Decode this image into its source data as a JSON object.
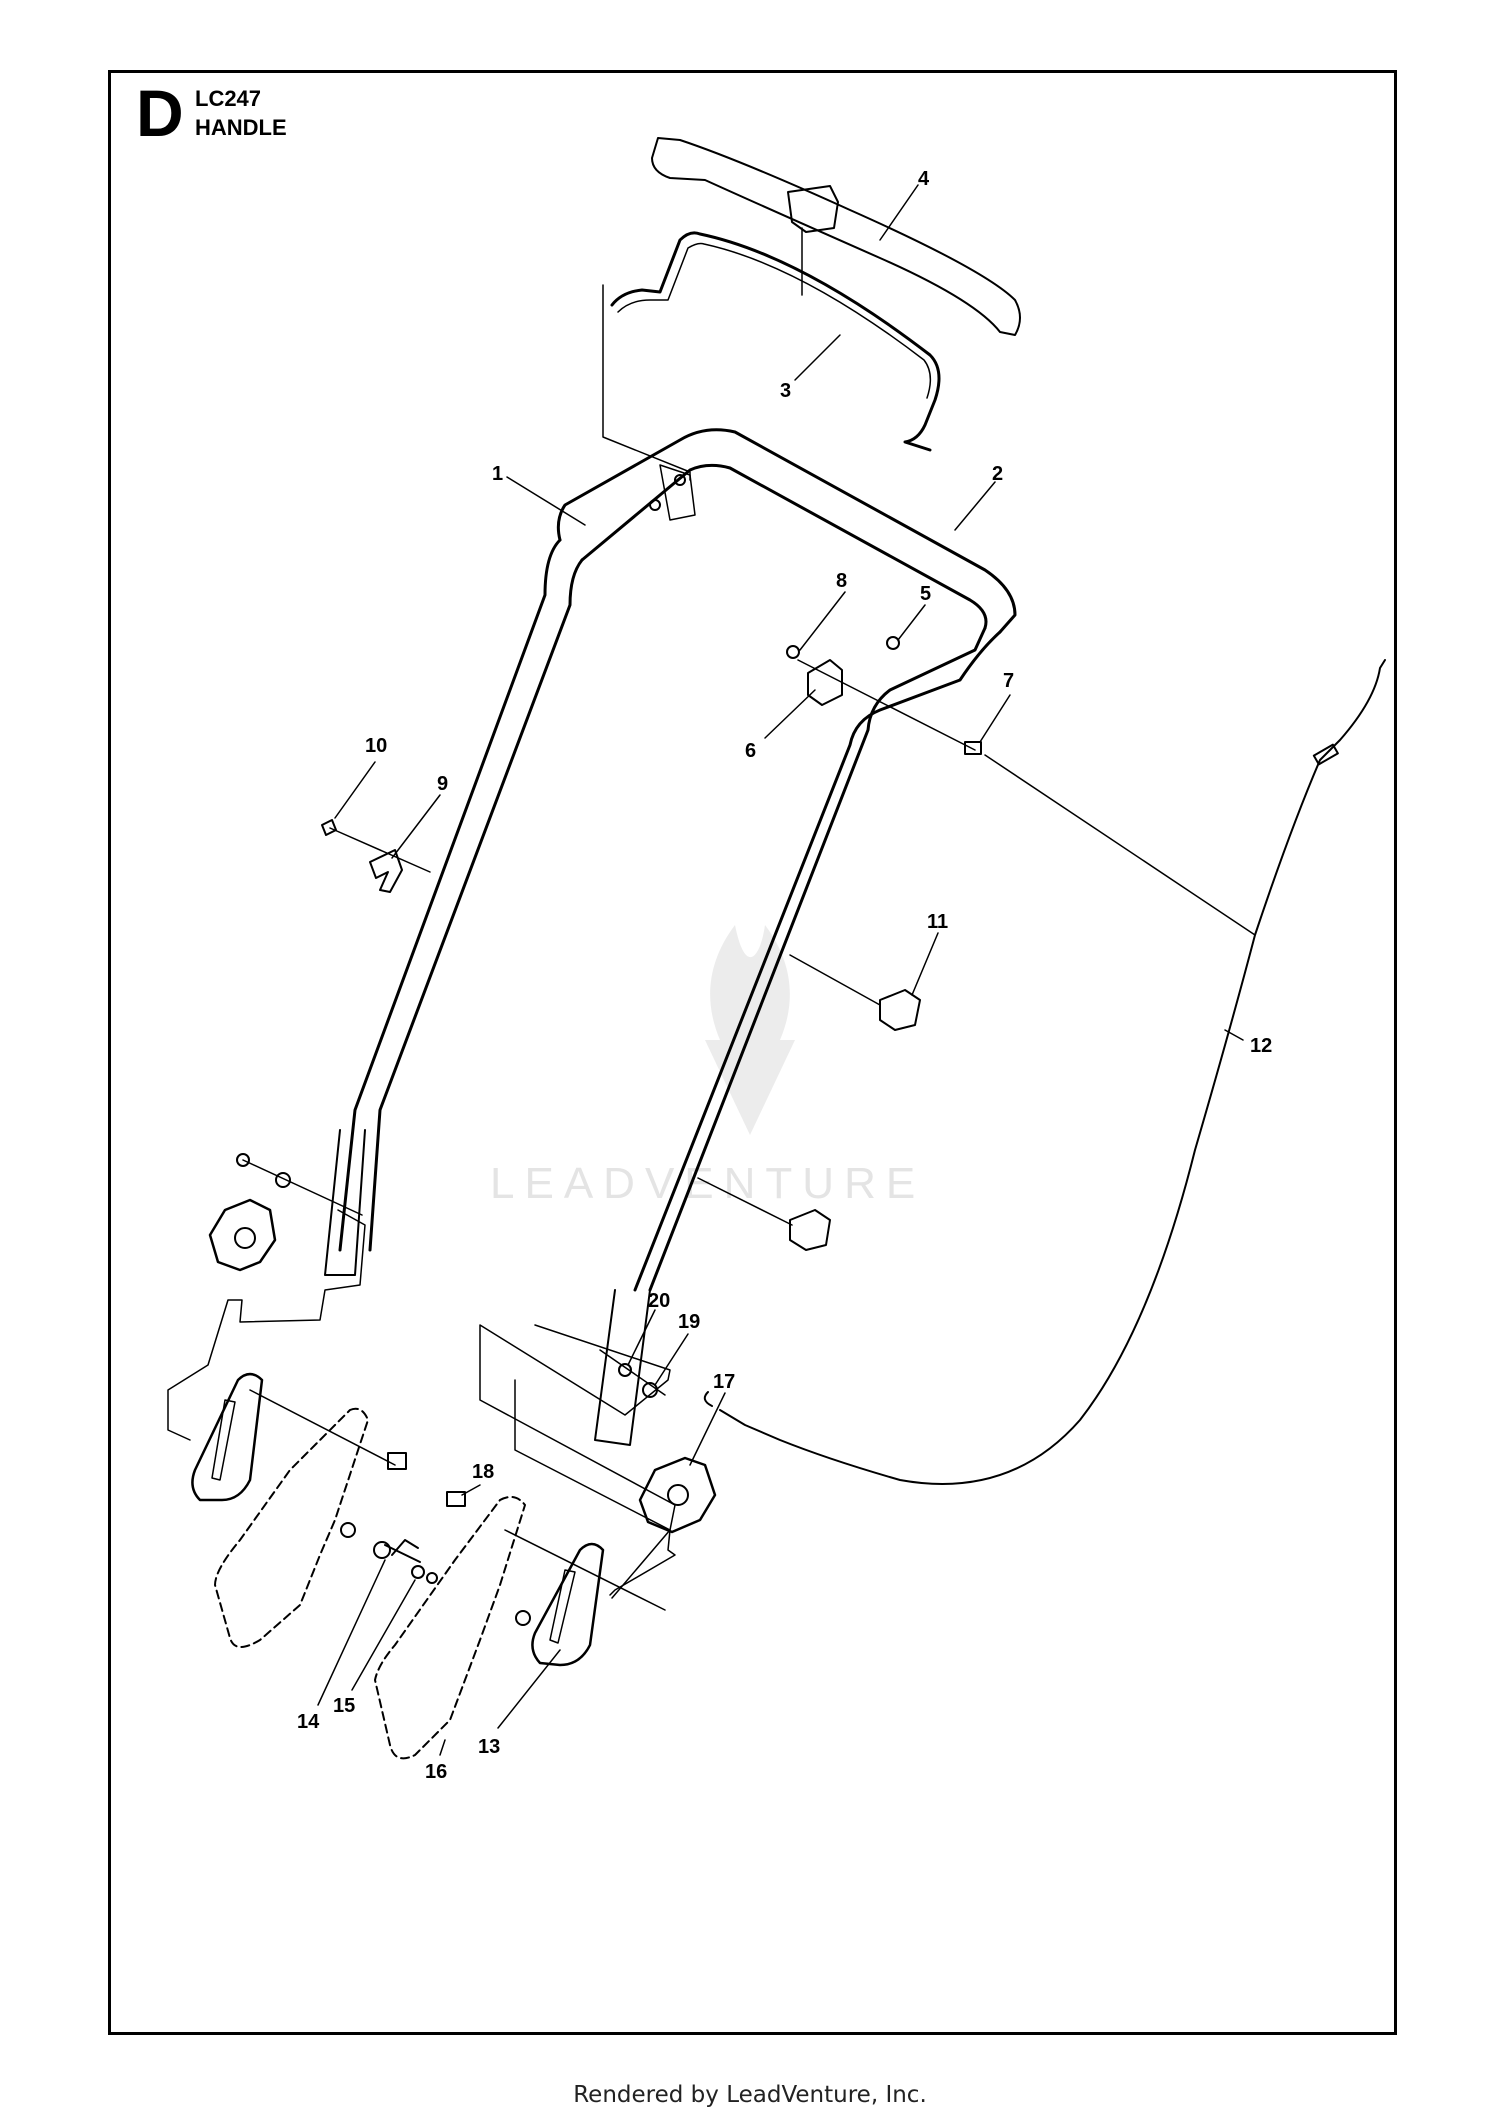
{
  "header": {
    "section_letter": "D",
    "model_code": "LC247",
    "section_title": "HANDLE"
  },
  "watermark": {
    "text": "LEADVENTURE",
    "color": "#e4e4e4"
  },
  "parts": [
    {
      "number": "1"
    },
    {
      "number": "2"
    },
    {
      "number": "3"
    },
    {
      "number": "4"
    },
    {
      "number": "5"
    },
    {
      "number": "6"
    },
    {
      "number": "7"
    },
    {
      "number": "8"
    },
    {
      "number": "9"
    },
    {
      "number": "10"
    },
    {
      "number": "11"
    },
    {
      "number": "12"
    },
    {
      "number": "13"
    },
    {
      "number": "14"
    },
    {
      "number": "15"
    },
    {
      "number": "16"
    },
    {
      "number": "17"
    },
    {
      "number": "18"
    },
    {
      "number": "19"
    },
    {
      "number": "20"
    }
  ],
  "footer": {
    "text": "Rendered by LeadVenture, Inc."
  },
  "colors": {
    "line": "#000000",
    "background": "#ffffff"
  }
}
